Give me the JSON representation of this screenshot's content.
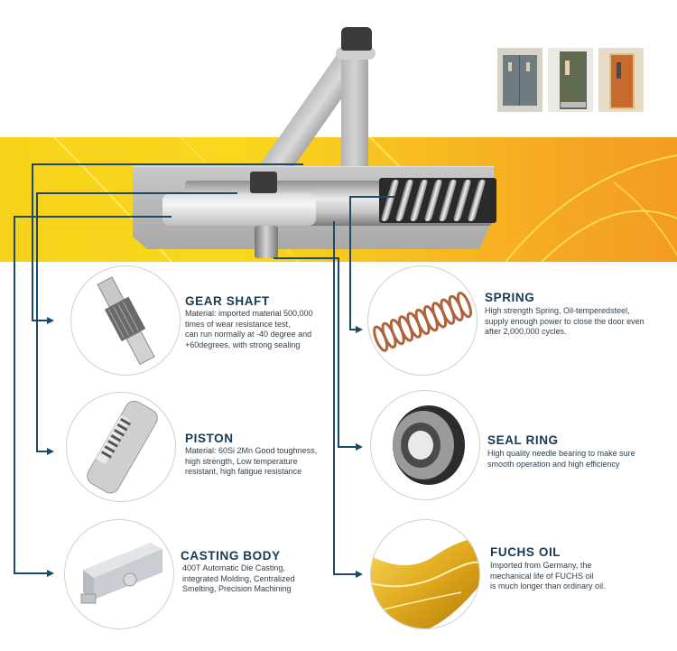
{
  "colors": {
    "connector": "#1c4a66",
    "title": "#153a56",
    "text": "#2f3f4c",
    "banner_left": "#f9d81e",
    "banner_right": "#f39b22"
  },
  "hero": {
    "product": "door-closer-cutaway",
    "door_thumbnails": [
      {
        "name": "double-grey-door"
      },
      {
        "name": "green-door-with-window"
      },
      {
        "name": "wooden-fire-door"
      }
    ]
  },
  "features": [
    {
      "id": "gear-shaft",
      "title": "GEAR SHAFT",
      "description": "Material: imported material 500,000\ntimes of wear resistance test,\ncan run normally at -40 degree and\n+60degrees, with strong sealing",
      "icon": "gear-shaft-icon"
    },
    {
      "id": "piston",
      "title": "PISTON",
      "description": "Material: 60Si 2Mn Good toughness,\nhigh strength, Low temperature\nresistant, high fatigue resistance",
      "icon": "piston-icon"
    },
    {
      "id": "casting-body",
      "title": "CASTING BODY",
      "description": "400T Automatic Die Casting,\nintegrated Molding, Centralized\nSmelting, Precision Machining",
      "icon": "casting-body-icon"
    },
    {
      "id": "spring",
      "title": "SPRING",
      "description": "High strength Spring,  Oil-temperedsteel,\nsupply enough power to close the door even\nafter 2,000,000 cycles.",
      "icon": "spring-icon"
    },
    {
      "id": "seal-ring",
      "title": "SEAL RING",
      "description": "High quality needle bearing to make sure\nsmooth operation and high efficiency",
      "icon": "seal-ring-icon"
    },
    {
      "id": "fuchs-oil",
      "title": "FUCHS OIL",
      "description": "Imported from Germany, the\nmechanical life of FUCHS oil\nis much longer than ordinary oil.",
      "icon": "oil-icon"
    }
  ]
}
